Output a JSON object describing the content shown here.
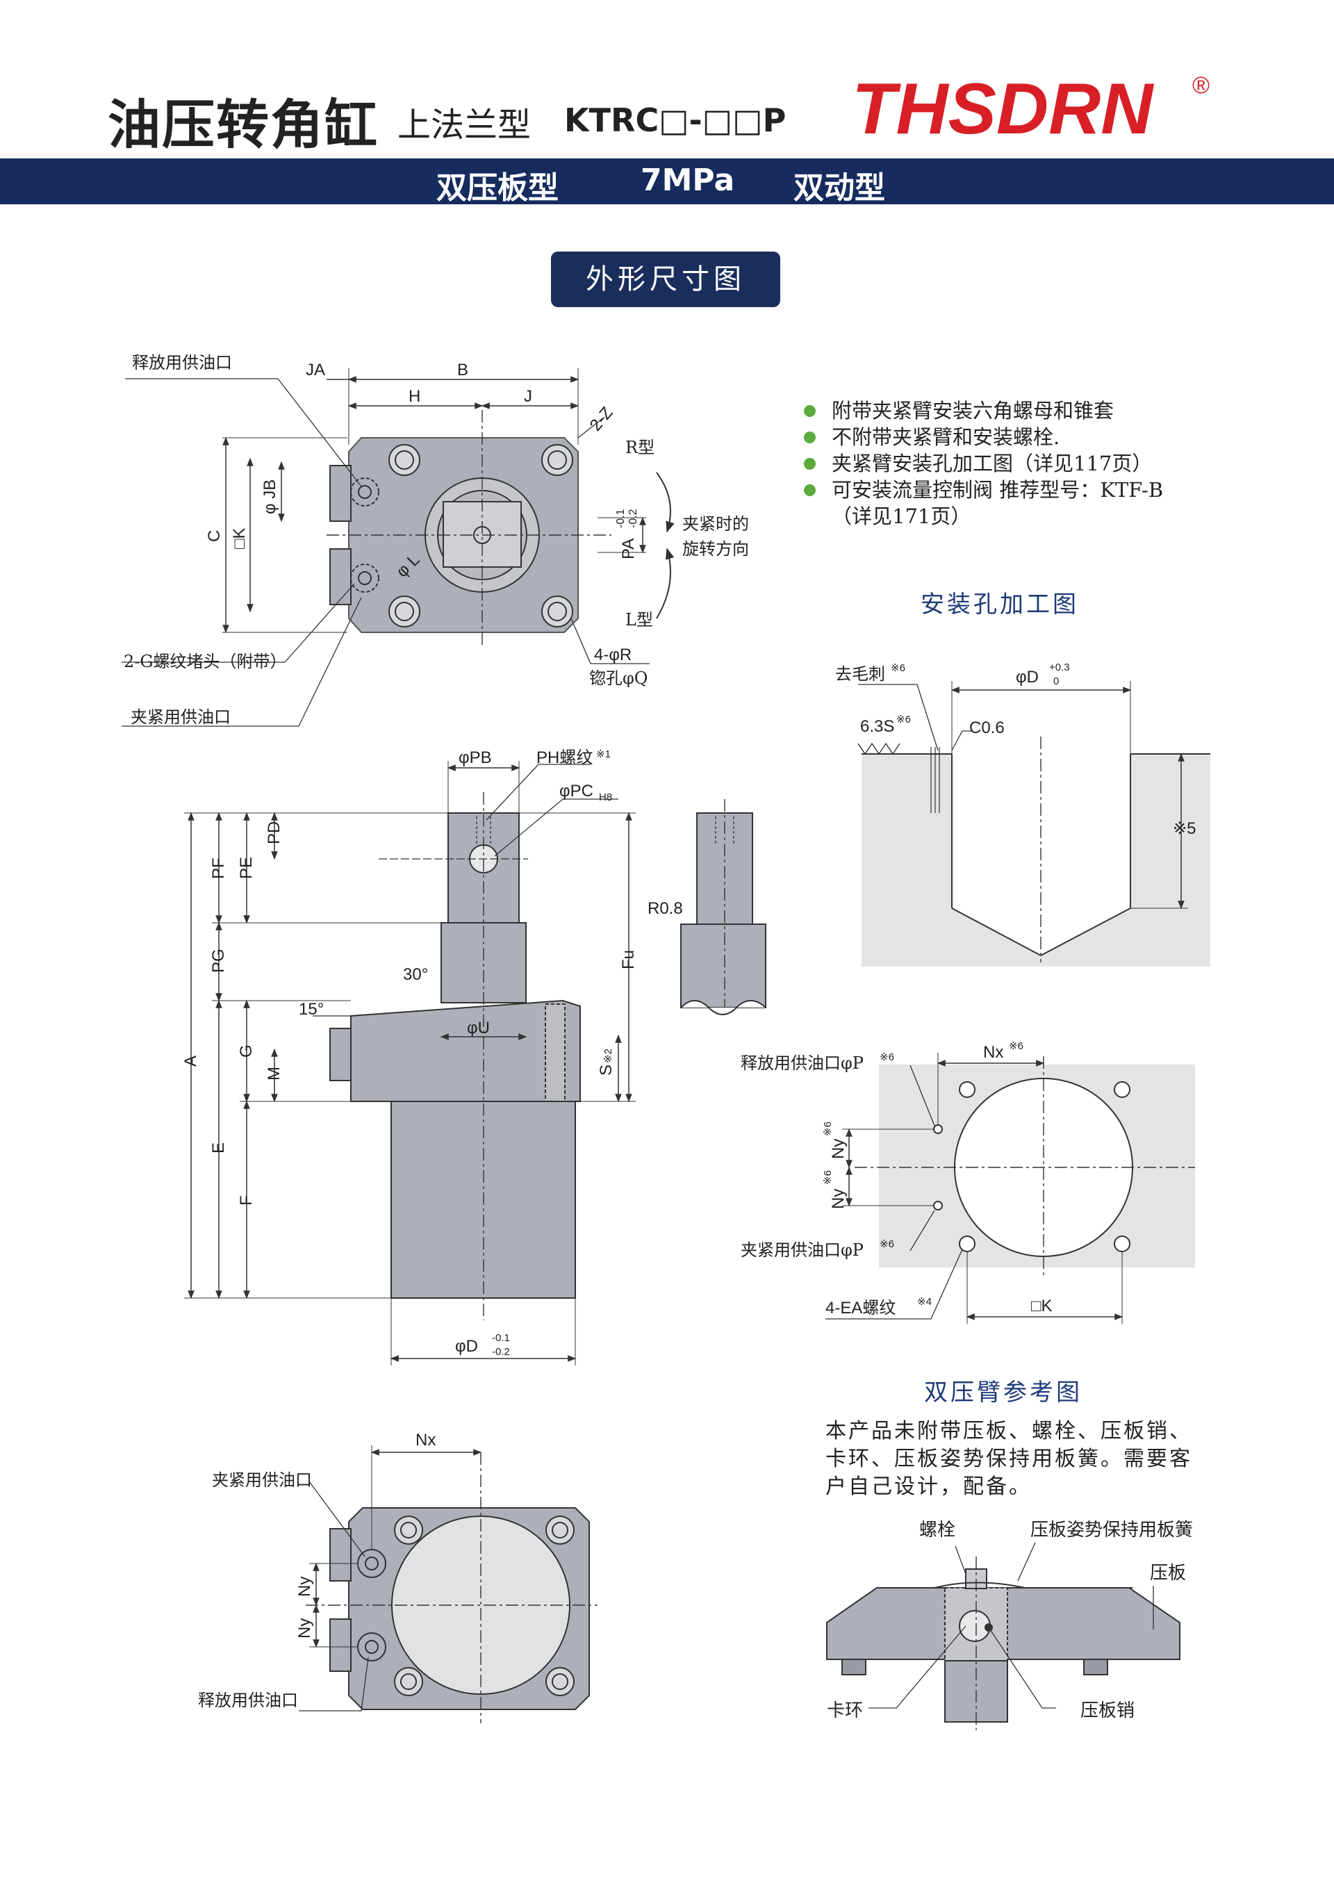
{
  "header": {
    "title": "油压转角缸",
    "subtitle": "上法兰型",
    "model": "KTRC□-□□P",
    "brand": "THSDRN",
    "registered": "®",
    "brand_color": "#d81f26"
  },
  "band": {
    "color": "#162b5e",
    "items": [
      "双压板型",
      "7MPa",
      "双动型"
    ]
  },
  "section_title": "外形尺寸图",
  "notes": [
    "附带夹紧臂安装六角螺母和锥套",
    "不附带夹紧臂和安装螺栓.",
    "夹紧臂安装孔加工图（详见117页）",
    "可安装流量控制阀 推荐型号：KTF-B",
    "（详见171页）"
  ],
  "bullet_color": "#5aaa3c",
  "top_view": {
    "labels": {
      "release_port": "释放用供油口",
      "ja": "JA",
      "b": "B",
      "h": "H",
      "j": "J",
      "zz": "2-Z",
      "r_type": "R型",
      "l_type": "L型",
      "rotation": [
        "夹紧时的",
        "旋转方向"
      ],
      "pa": "PA",
      "pa_tol_up": "-0.1",
      "pa_tol_low": "-0.2",
      "phi_jb": "φ JB",
      "c": "C",
      "k": "□K",
      "phi_l": "φ L",
      "plug": "2-G螺纹堵头（附带）",
      "clamp_port": "夹紧用供油口",
      "r4": "4-φR",
      "counterbore": "锪孔φQ"
    }
  },
  "side_view": {
    "labels": {
      "phi_pb": "φPB",
      "ph": "PH螺纹",
      "ph_note": "※1",
      "phi_pc": "φPC",
      "pc_sub": "H8",
      "pd": "PD",
      "pe": "PE",
      "pf": "PF",
      "pg": "PG",
      "a": "A",
      "g": "G",
      "e": "E",
      "m": "M",
      "f": "F",
      "phi_u": "φU",
      "deg30": "30°",
      "deg15": "15°",
      "fu": "Fu",
      "s": "S",
      "s_note": "※2",
      "r08": "R0.8",
      "phi_d": "φD",
      "d_tol_up": "-0.1",
      "d_tol_low": "-0.2"
    }
  },
  "hole_drawing": {
    "title": "安装孔加工图",
    "deburr": "去毛刺",
    "deburr_note": "※6",
    "rough": "6.3S",
    "rough_note": "※6",
    "c06": "C0.6",
    "phi_d": "φD",
    "d_tol_up": "+0.3",
    "d_tol_low": "0",
    "depth": "※5"
  },
  "port_drawing": {
    "nx": "Nx",
    "nx_note": "※6",
    "release": "释放用供油口φP",
    "release_note": "※6",
    "clamp": "夹紧用供油口φP",
    "clamp_note": "※6",
    "ny": "Ny",
    "ny_note": "※6",
    "ea": "4-EA螺纹",
    "ea_note": "※4",
    "k": "□K"
  },
  "bottom_view": {
    "nx": "Nx",
    "ny": "Ny",
    "clamp": "夹紧用供油口",
    "release": "释放用供油口"
  },
  "arm_ref": {
    "title": "双压臂参考图",
    "text": "本产品未附带压板、螺栓、压板销、卡环、压板姿势保持用板簧。需要客户自己设计，配备。",
    "bolt": "螺栓",
    "spring": "压板姿势保持用板簧",
    "plate": "压板",
    "ring": "卡环",
    "pin": "压板销"
  }
}
